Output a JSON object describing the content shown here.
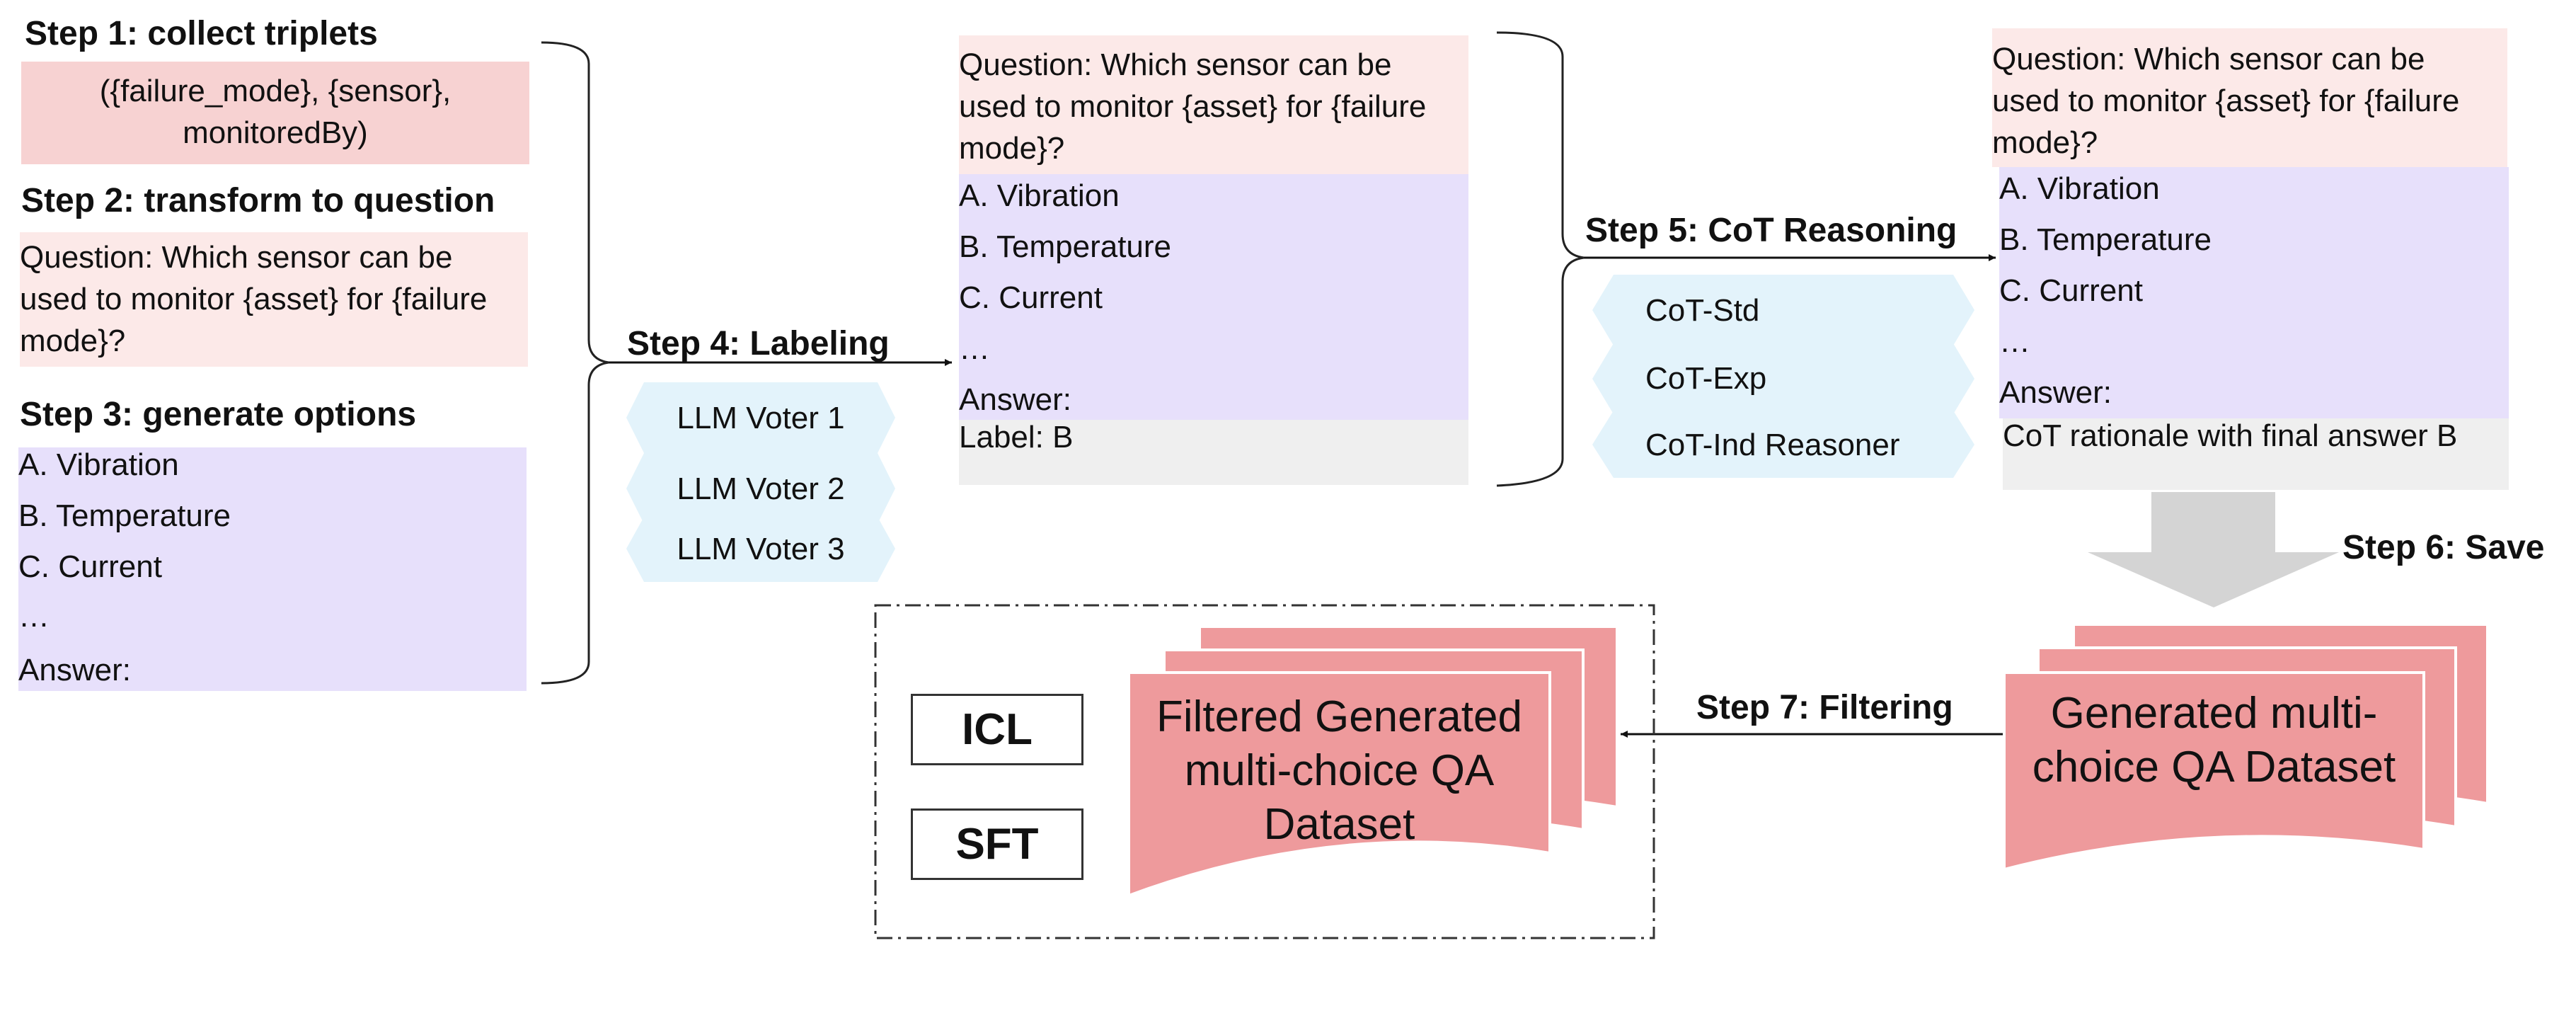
{
  "step1": {
    "title": "Step 1: collect triplets",
    "triplet_line1": "({failure_mode}, {sensor},",
    "triplet_line2": "monitoredBy)"
  },
  "step2": {
    "title": "Step 2: transform to question",
    "q_line1": "Question: Which sensor can be",
    "q_line2": "used to monitor {asset} for {failure",
    "q_line3": "mode}?"
  },
  "step3": {
    "title": "Step 3: generate options",
    "options": [
      "A. Vibration",
      "B. Temperature",
      "C. Current",
      "…",
      "Answer:"
    ]
  },
  "step4": {
    "title": "Step 4: Labeling",
    "voters": [
      "LLM Voter 1",
      "LLM Voter 2",
      "LLM Voter 3"
    ]
  },
  "labeled_card": {
    "q_line1": "Question: Which sensor can be",
    "q_line2": "used to monitor {asset} for {failure",
    "q_line3": "mode}?",
    "options": [
      "A. Vibration",
      "B. Temperature",
      "C. Current",
      "…",
      "Answer:"
    ],
    "label": "Label: B"
  },
  "step5": {
    "title": "Step 5: CoT Reasoning",
    "methods": [
      "CoT-Std",
      "CoT-Exp",
      "CoT-Ind Reasoner"
    ]
  },
  "cot_card": {
    "q_line1": "Question: Which sensor can be",
    "q_line2": "used to monitor {asset} for {failure",
    "q_line3": "mode}?",
    "options": [
      "A. Vibration",
      "B. Temperature",
      "C. Current",
      "…",
      "Answer:"
    ],
    "rationale": "CoT rationale with final answer B"
  },
  "step6": {
    "title": "Step 6: Save"
  },
  "step7": {
    "title": "Step 7: Filtering"
  },
  "generated_dataset": {
    "line1": "Generated multi-",
    "line2": "choice QA Dataset"
  },
  "filtered_dataset": {
    "line1": "Filtered Generated",
    "line2": "multi-choice QA",
    "line3": "Dataset"
  },
  "uses": {
    "icl": "ICL",
    "sft": "SFT"
  },
  "colors": {
    "pink_light": "#fce9e8",
    "pink_mid": "#f7d2d2",
    "purple": "#e7e0fb",
    "gray": "#efefef",
    "hex_blue": "#e3f3fb",
    "doc_red": "#ee9a9c",
    "arrow_gray": "#d4d4d4"
  }
}
